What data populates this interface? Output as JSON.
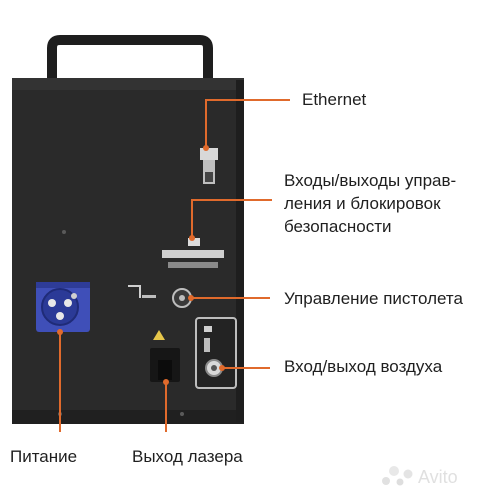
{
  "labels": {
    "ethernet": "Ethernet",
    "io_line1": "Входы/выходы управ-",
    "io_line2": "ления и блокировок",
    "io_line3": "безопасности",
    "gun_control": "Управление пистолета",
    "air_io": "Вход/выход воздуха",
    "power": "Питание",
    "laser_out": "Выход лазера"
  },
  "colors": {
    "leader": "#e06a2c",
    "device_body": "#2a2a2a",
    "power_socket": "#3f4fb8",
    "background": "#ffffff"
  },
  "watermark": {
    "text": "Avito",
    "icon": "avito-dots-icon"
  }
}
